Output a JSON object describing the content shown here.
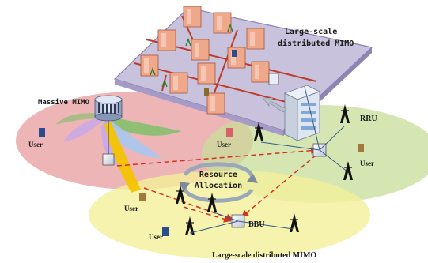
{
  "labels": {
    "massive_mimo": "Massive MIMO",
    "large_scale_top_line1": "Large-scale",
    "large_scale_top_line2": "distributed MIMO",
    "rru": "RRU",
    "resource_line1": "Resource",
    "resource_line2": "Allocation",
    "bbu": "BBU",
    "large_scale_bottom": "Large-scale distributed MIMO",
    "user": "User"
  },
  "colors": {
    "red_zone": "#e8a3a3",
    "green_zone": "#c8dd9a",
    "yellow_zone": "#f3f09a",
    "building_floor": "#c9c2dc",
    "cable_red": "#c0392b",
    "dashed_arrow": "#d4321f",
    "beam_yellow": "#f2c400",
    "beam_purple": "#c8a8e8",
    "beam_blue": "#a9c7ef",
    "beam_green": "#7fbf6a",
    "tower": "#111111"
  },
  "icons": [
    "antenna-tower-icon",
    "server-rack-icon",
    "phone-icon",
    "sync-arrows-icon",
    "router-icon"
  ]
}
